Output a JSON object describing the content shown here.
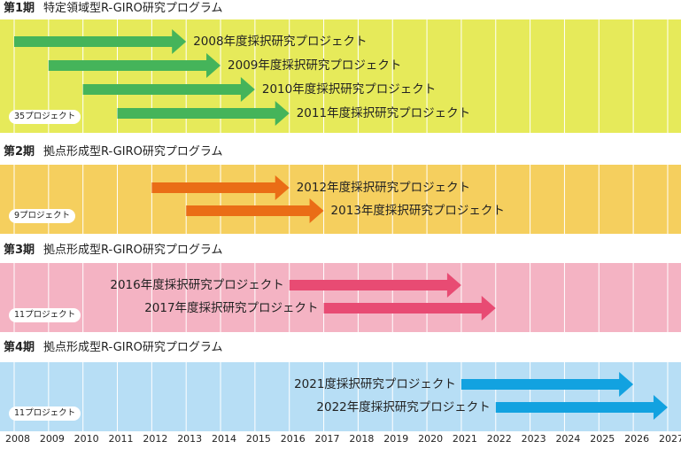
{
  "years": [
    "2008",
    "2009",
    "2010",
    "2011",
    "2012",
    "2013",
    "2014",
    "2015",
    "2016",
    "2017",
    "2018",
    "2019",
    "2020",
    "2021",
    "2022",
    "2023",
    "2024",
    "2025",
    "2026",
    "2027"
  ],
  "phases": [
    {
      "phase_label": "第1期",
      "program_name": "特定領域型R-GIRO研究プログラム",
      "count": "35プロジェクト",
      "band_color": "#e6ea5a",
      "arrow_color": "#45b45a",
      "projects": [
        {
          "label": "2008年度採択研究プロジェクト",
          "start": "2008",
          "end": "2013"
        },
        {
          "label": "2009年度採択研究プロジェクト",
          "start": "2009",
          "end": "2014"
        },
        {
          "label": "2010年度採択研究プロジェクト",
          "start": "2010",
          "end": "2015"
        },
        {
          "label": "2011年度採択研究プロジェクト",
          "start": "2011",
          "end": "2016"
        }
      ]
    },
    {
      "phase_label": "第2期",
      "program_name": "拠点形成型R-GIRO研究プログラム",
      "count": "9プロジェクト",
      "band_color": "#f5cf5e",
      "arrow_color": "#ea6d16",
      "projects": [
        {
          "label": "2012年度採択研究プロジェクト",
          "start": "2012",
          "end": "2016"
        },
        {
          "label": "2013年度採択研究プロジェクト",
          "start": "2013",
          "end": "2017"
        }
      ]
    },
    {
      "phase_label": "第3期",
      "program_name": "拠点形成型R-GIRO研究プログラム",
      "count": "11プロジェクト",
      "band_color": "#f4b3c3",
      "arrow_color": "#e84b73",
      "projects": [
        {
          "label": "2016年度採択研究プロジェクト",
          "start": "2016",
          "end": "2021"
        },
        {
          "label": "2017年度採択研究プロジェクト",
          "start": "2017",
          "end": "2022"
        }
      ]
    },
    {
      "phase_label": "第4期",
      "program_name": "拠点形成型R-GIRO研究プログラム",
      "count": "11プロジェクト",
      "band_color": "#b7def5",
      "arrow_color": "#12a2e0",
      "projects": [
        {
          "label": "2021度採択研究プロジェクト",
          "start": "2021",
          "end": "2026"
        },
        {
          "label": "2022年度採択研究プロジェクト",
          "start": "2022",
          "end": "2027"
        }
      ]
    }
  ]
}
